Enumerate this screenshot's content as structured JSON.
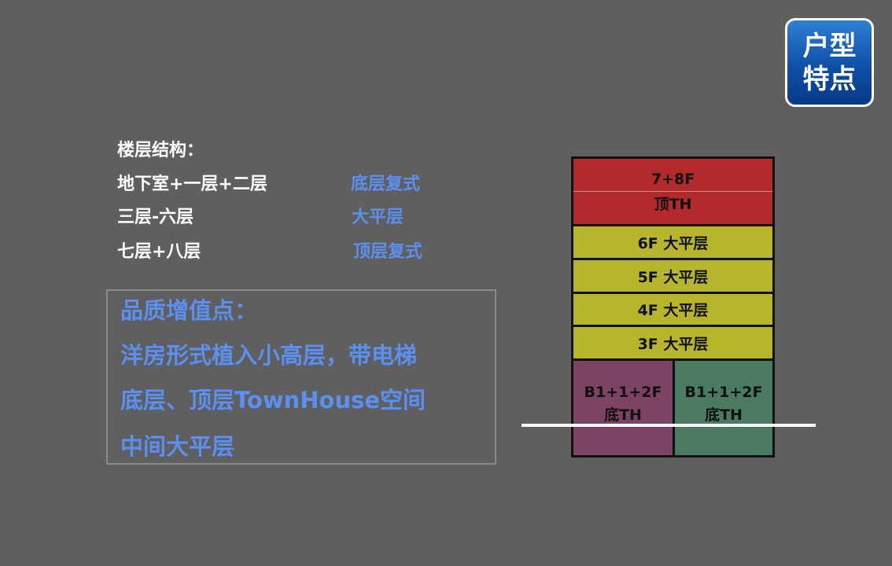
{
  "badge": {
    "line1": "户型",
    "line2": "特点"
  },
  "structure": {
    "heading": "楼层结构：",
    "rows": [
      {
        "floors": "地下室+一层+二层",
        "type": "底层复式"
      },
      {
        "floors": "三层-六层",
        "type": "大平层"
      },
      {
        "floors": "七层+八层",
        "type": "顶层复式"
      }
    ]
  },
  "quality": {
    "heading": "品质增值点：",
    "points": [
      "洋房形式植入小高层，带电梯",
      "底层、顶层TownHouse空间",
      "中间大平层"
    ]
  },
  "building": {
    "top": {
      "line1": "7+8F",
      "line2": "顶TH"
    },
    "flats": [
      "6F 大平层",
      "5F 大平层",
      "4F 大平层",
      "3F 大平层"
    ],
    "bottom_left": {
      "line1": "B1+1+2F",
      "line2": "底TH"
    },
    "bottom_right": {
      "line1": "B1+1+2F",
      "line2": "底TH"
    }
  },
  "colors": {
    "top_th": "#b22a2b",
    "flat": "#b6b52b",
    "bottom_left": "#7c4462",
    "bottom_right": "#4a7b62",
    "accent_text": "#5b8ff0",
    "badge": "#0f4fa8"
  }
}
